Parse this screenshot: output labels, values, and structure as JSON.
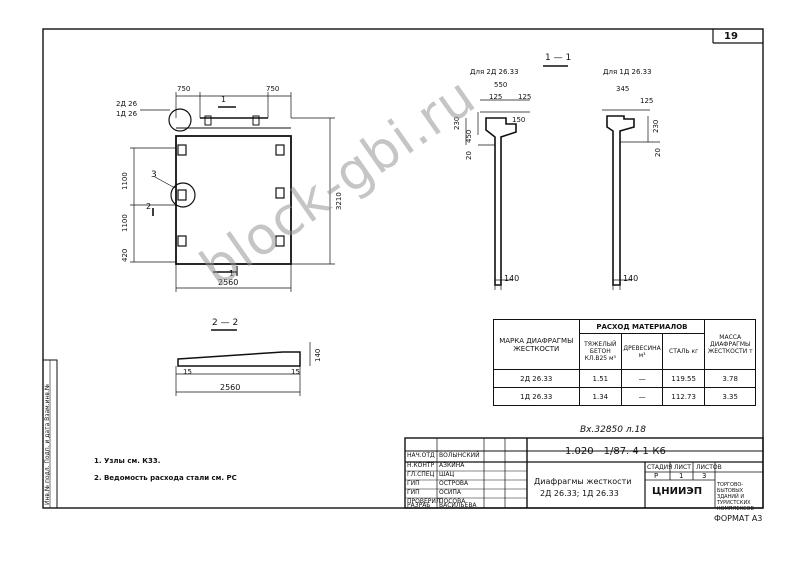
{
  "sheet": {
    "page_number": "19",
    "format_label": "ФОРМАТ А3",
    "inventory_note": "Вх.32850 л.18",
    "left_margin_label": "Инв.№ подл. Подп. и дата Взам.инв.№"
  },
  "plan_view": {
    "top_left_dim": "750",
    "top_right_dim": "750",
    "height_dim": "3210",
    "width_dim": "2560",
    "left_dim_upper": "1100",
    "left_dim_lower": "1100",
    "left_dim_bottom": "420",
    "left_label_top": "2Д 26",
    "left_label_bottom": "1Д 26",
    "node_callout": "3",
    "section_mark_1": "1",
    "section_mark_2": "2"
  },
  "section_1_1": {
    "title": "1 — 1",
    "label_left": "Для 2Д 26.33",
    "label_right": "Для 1Д 26.33",
    "dim_550": "550",
    "dim_125a": "125",
    "dim_125b": "125",
    "dim_230": "230",
    "dim_150": "150",
    "dim_450": "450",
    "dim_20": "20",
    "dim_140a": "140",
    "dim_345": "345",
    "dim_125c": "125",
    "dim_230b": "230",
    "dim_20b": "20",
    "dim_140b": "140"
  },
  "section_2_2": {
    "title": "2 — 2",
    "dim_15a": "15",
    "dim_15b": "15",
    "dim_140": "140",
    "dim_length": "2560"
  },
  "materials_table": {
    "col_mark_header": "МАРКА ДИАФРАГМЫ ЖЕСТКОСТИ",
    "col_consumption_header": "РАСХОД МАТЕРИАЛОВ",
    "col_concrete": "ТЯЖЕЛЫЙ БЕТОН КЛ.В25 м³",
    "col_wood": "ДРЕВЕСИНА м³",
    "col_steel": "СТАЛЬ кг",
    "col_mass": "МАССА ДИАФРАГМЫ ЖЕСТКОСТИ т",
    "rows": [
      {
        "mark": "2Д 26.33",
        "concrete": "1.51",
        "wood": "—",
        "steel": "119.55",
        "mass": "3.78"
      },
      {
        "mark": "1Д 26.33",
        "concrete": "1.34",
        "wood": "—",
        "steel": "112.73",
        "mass": "3.35"
      }
    ]
  },
  "notes": [
    "1. Узлы см. К33.",
    "2. Ведомость расхода стали см. РС"
  ],
  "title_block": {
    "code": "1.020 - 1/87. 4-1-К6",
    "drawing_title": "Диафрагмы жесткости",
    "drawing_subtitle": "2Д 26.33; 1Д 26.33",
    "stage_header": "СТАДИЯ",
    "sheet_header": "ЛИСТ",
    "sheets_header": "ЛИСТОВ",
    "stage_value": "Р",
    "sheet_value": "1",
    "sheets_value": "3",
    "org_logo": "ЦНИИЭП",
    "org_name": "ТОРГОВО-БЫТОВЫХ ЗДАНИЙ И ТУРИСТСКИХ КОМПЛЕКСОВ",
    "signatures": [
      {
        "role": "НАЧ.ОТД",
        "name": "ВОЛЫНСКИЙ"
      },
      {
        "role": "Н.КОНТР",
        "name": "АЗКИНА"
      },
      {
        "role": "ГЛ.СПЕЦ",
        "name": "ШАЦ"
      },
      {
        "role": "ГИП",
        "name": "ОСТРОВА"
      },
      {
        "role": "ГИП",
        "name": "ОСИПА"
      },
      {
        "role": "ПРОВЕРИЛ",
        "name": "ПОСОВА"
      },
      {
        "role": "РАЗРАБ",
        "name": "ВАСИЛЬЕВА"
      }
    ]
  },
  "watermark": "block-gbi.ru"
}
